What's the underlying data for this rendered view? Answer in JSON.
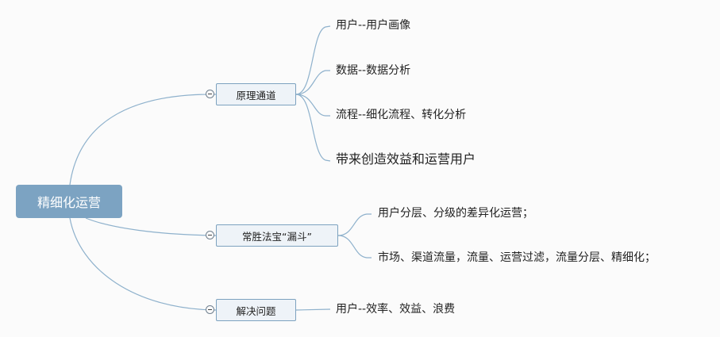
{
  "root": {
    "label": "精细化运营"
  },
  "branches": [
    {
      "label": "原理通道",
      "leaves": [
        "用户--用户画像",
        "数据--数据分析",
        "流程--细化流程、转化分析",
        "带来创造效益和运营用户"
      ]
    },
    {
      "label": "常胜法宝“漏斗”",
      "leaves": [
        "用户分层、分级的差异化运营；",
        "市场、渠道流量，流量、运营过滤，流量分层、精细化；"
      ]
    },
    {
      "label": "解决问题",
      "leaves": [
        "用户--效率、效益、浪费"
      ]
    }
  ],
  "colors": {
    "root_fill": "#7ca3c2",
    "connector": "#8eb1cc",
    "branch_fill": "#eef3f8",
    "branch_border": "#7da2bf"
  }
}
